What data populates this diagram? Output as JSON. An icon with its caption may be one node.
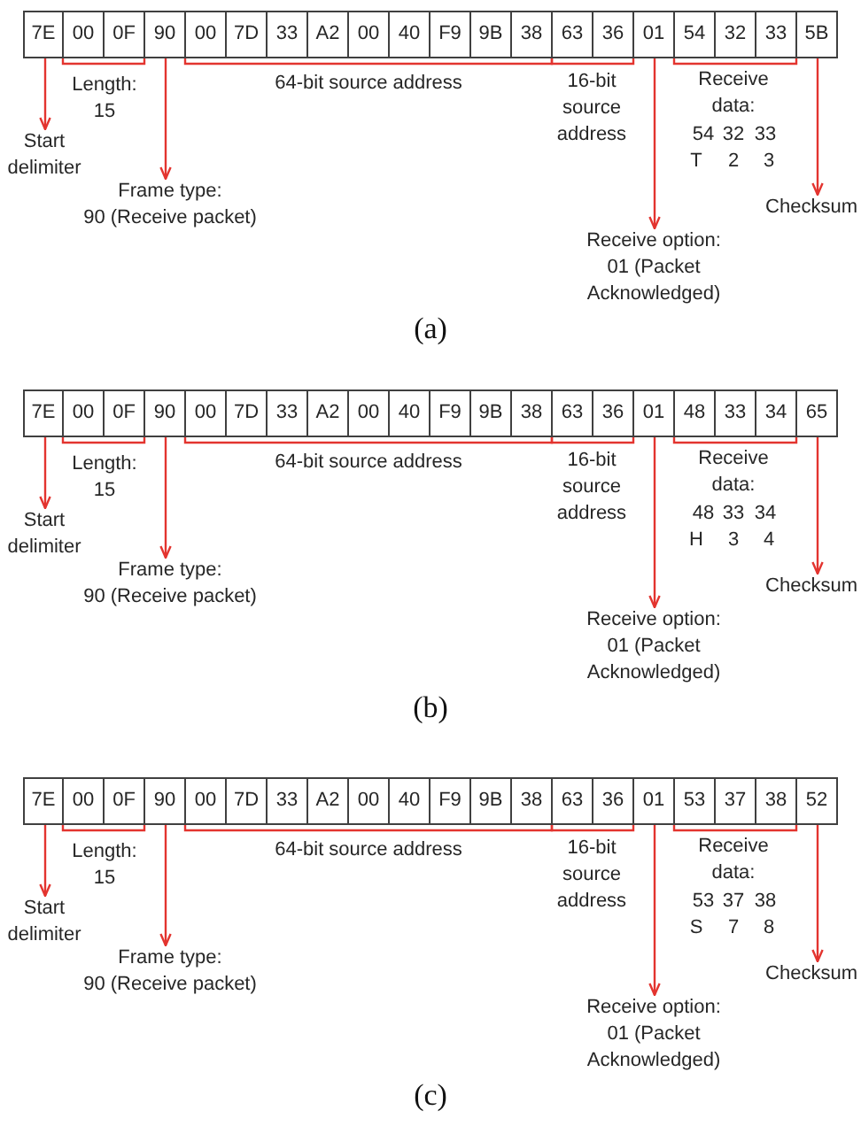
{
  "diagram": {
    "nodes": [
      {
        "text": [
          "7E"
        ]
      },
      {
        "text": [
          "00"
        ]
      },
      {
        "text": [
          "0F"
        ]
      },
      {
        "text": [
          "90"
        ]
      },
      {
        "text": [
          "00"
        ]
      },
      {
        "text": [
          "7D"
        ]
      },
      {
        "text": [
          "33"
        ]
      },
      {
        "text": [
          "A2"
        ]
      },
      {
        "text": [
          "00"
        ]
      },
      {
        "text": [
          "40"
        ]
      },
      {
        "text": [
          "F9"
        ]
      },
      {
        "text": [
          "9B"
        ]
      },
      {
        "text": [
          "38"
        ]
      },
      {
        "text": [
          "63"
        ]
      },
      {
        "text": [
          "36"
        ]
      },
      {
        "text": [
          "01"
        ]
      },
      {
        "text": [
          "54"
        ]
      },
      {
        "text": [
          "32"
        ]
      },
      {
        "text": [
          "33"
        ]
      },
      {
        "text": [
          "5B"
        ]
      },
      {
        "text": [
          "Start delimiter"
        ]
      },
      {
        "text": [
          "Frame type:",
          "90 (Receive packet)"
        ]
      },
      {
        "text": [
          "Receive option:",
          "01 (Packet Acknowledged)"
        ]
      },
      {
        "text": [
          "Checksum"
        ]
      },
      {
        "text": [
          "7E"
        ]
      },
      {
        "text": [
          "00"
        ]
      },
      {
        "text": [
          "0F"
        ]
      },
      {
        "text": [
          "90"
        ]
      },
      {
        "text": [
          "00"
        ]
      },
      {
        "text": [
          "7D"
        ]
      },
      {
        "text": [
          "33"
        ]
      },
      {
        "text": [
          "A2"
        ]
      },
      {
        "text": [
          "00"
        ]
      },
      {
        "text": [
          "40"
        ]
      },
      {
        "text": [
          "F9"
        ]
      },
      {
        "text": [
          "9B"
        ]
      },
      {
        "text": [
          "38"
        ]
      },
      {
        "text": [
          "63"
        ]
      },
      {
        "text": [
          "36"
        ]
      },
      {
        "text": [
          "01"
        ]
      },
      {
        "text": [
          "48"
        ]
      },
      {
        "text": [
          "33"
        ]
      },
      {
        "text": [
          "34"
        ]
      },
      {
        "text": [
          "65"
        ]
      },
      {
        "text": [
          "Start delimiter"
        ]
      },
      {
        "text": [
          "Frame type:",
          "90 (Receive packet)"
        ]
      },
      {
        "text": [
          "Receive option:",
          "01 (Packet Acknowledged)"
        ]
      },
      {
        "text": [
          "Checksum"
        ]
      },
      {
        "text": [
          "7E"
        ]
      },
      {
        "text": [
          "00"
        ]
      },
      {
        "text": [
          "0F"
        ]
      },
      {
        "text": [
          "90"
        ]
      },
      {
        "text": [
          "00"
        ]
      },
      {
        "text": [
          "7D"
        ]
      },
      {
        "text": [
          "33"
        ]
      },
      {
        "text": [
          "A2"
        ]
      },
      {
        "text": [
          "00"
        ]
      },
      {
        "text": [
          "40"
        ]
      },
      {
        "text": [
          "F9"
        ]
      },
      {
        "text": [
          "9B"
        ]
      },
      {
        "text": [
          "38"
        ]
      },
      {
        "text": [
          "63"
        ]
      },
      {
        "text": [
          "36"
        ]
      },
      {
        "text": [
          "01"
        ]
      },
      {
        "text": [
          "53"
        ]
      },
      {
        "text": [
          "37"
        ]
      },
      {
        "text": [
          "38"
        ]
      },
      {
        "text": [
          "52"
        ]
      },
      {
        "text": [
          "Start delimiter"
        ]
      },
      {
        "text": [
          "Frame type:",
          "90 (Receive packet)"
        ]
      },
      {
        "text": [
          "Receive option:",
          "01 (Packet Acknowledged)"
        ]
      },
      {
        "text": [
          "Checksum"
        ]
      }
    ],
    "edges": [
      {
        "from": 0,
        "to": 20,
        "arrow": "to"
      },
      {
        "from": 3,
        "to": 21,
        "arrow": "to"
      },
      {
        "from": 15,
        "to": 22,
        "arrow": "to"
      },
      {
        "from": 19,
        "to": 23,
        "arrow": "to"
      },
      {
        "from": 24,
        "to": 44,
        "arrow": "to"
      },
      {
        "from": 27,
        "to": 45,
        "arrow": "to"
      },
      {
        "from": 39,
        "to": 46,
        "arrow": "to"
      },
      {
        "from": 43,
        "to": 47,
        "arrow": "to"
      },
      {
        "from": 48,
        "to": 68,
        "arrow": "to"
      },
      {
        "from": 51,
        "to": 69,
        "arrow": "to"
      },
      {
        "from": 63,
        "to": 70,
        "arrow": "to"
      },
      {
        "from": 67,
        "to": 71,
        "arrow": "to"
      }
    ],
    "labels": [
      "Length: 15",
      "64-bit source address",
      "16-bit source address",
      "Receive data:",
      "54",
      "32",
      "33",
      "T",
      "2",
      "3",
      "(a)",
      "Length: 15",
      "64-bit source address",
      "16-bit source address",
      "Receive data:",
      "48",
      "33",
      "34",
      "H",
      "3",
      "4",
      "(b)",
      "Length: 15",
      "64-bit source address",
      "16-bit source address",
      "Receive data:",
      "53",
      "37",
      "38",
      "S",
      "7",
      "8",
      "(c)"
    ]
  }
}
